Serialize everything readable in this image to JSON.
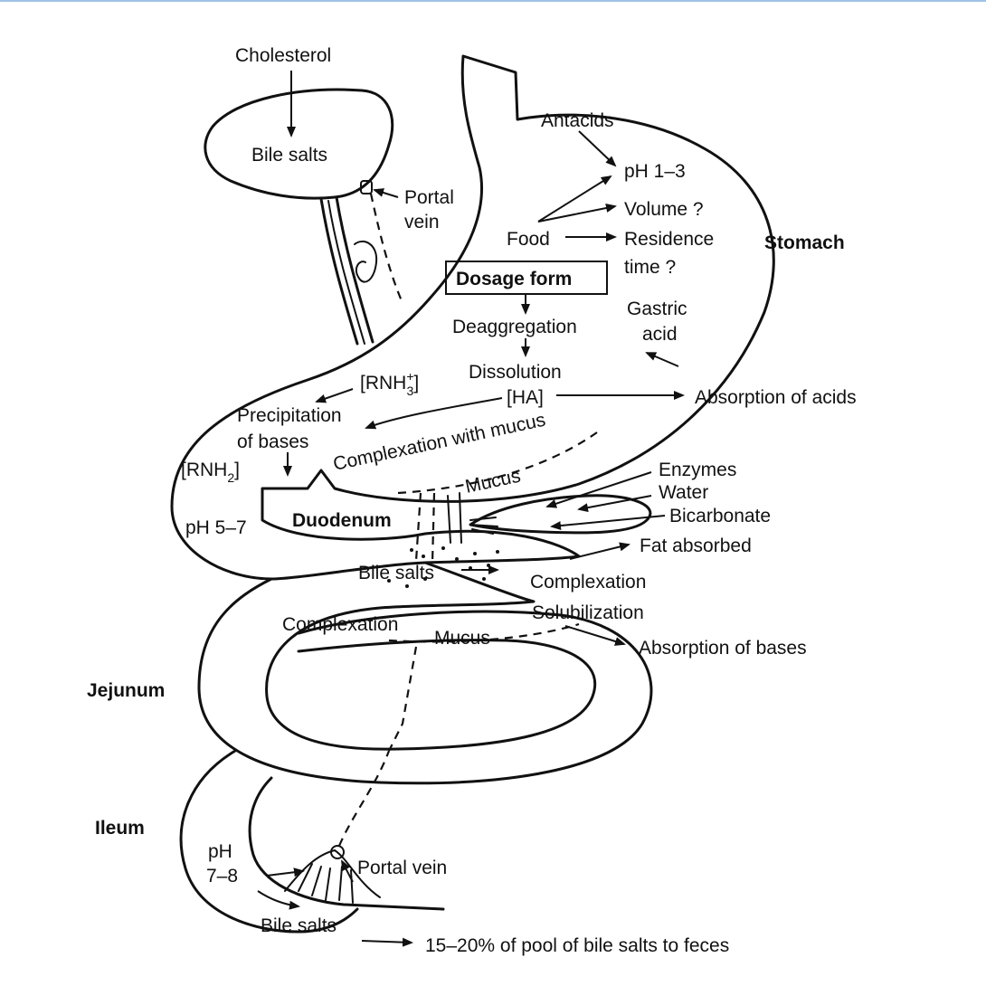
{
  "labels": {
    "cholesterol": "Cholesterol",
    "bile_salts_liver": "Bile salts",
    "portal": "Portal",
    "vein": "vein",
    "antacids": "Antacids",
    "ph_1_3": "pH 1–3",
    "volume": "Volume ?",
    "food": "Food",
    "residence": "Residence",
    "time": "time ?",
    "stomach": "Stomach",
    "dosage_form": "Dosage form",
    "deaggregation": "Deaggregation",
    "gastric": "Gastric",
    "acid": "acid",
    "dissolution": "Dissolution",
    "rnh3": "[RNH",
    "rnh3_sup": "+",
    "rnh3_sub": "3",
    "rnh3_close": "]",
    "ha": "[HA]",
    "absorption_acids": "Absorption of acids",
    "precipitation": "Precipitation",
    "of_bases": "of bases",
    "complexation_mucus": "Complexation with mucus",
    "rnh2": "[RNH",
    "rnh2_sub": "2",
    "rnh2_close": "]",
    "mucus_upper": "Mucus",
    "enzymes": "Enzymes",
    "water": "Water",
    "bicarbonate": "Bicarbonate",
    "ph_5_7": "pH 5–7",
    "duodenum": "Duodenum",
    "fat_absorbed": "Fat absorbed",
    "bile_salts_duodenum": "Bile salts",
    "complexation_right": "Complexation",
    "solubilization": "Solubilization",
    "complexation_left": "Complexation",
    "mucus_lower": "Mucus",
    "absorption_bases": "Absorption of bases",
    "jejunum": "Jejunum",
    "ileum": "Ileum",
    "ph": "pH",
    "ph_7_8": "7–8",
    "portal_vein_lower": "Portal vein",
    "bile_salts_ileum": "Bile salts",
    "feces": "15–20% of pool of bile salts to feces"
  }
}
